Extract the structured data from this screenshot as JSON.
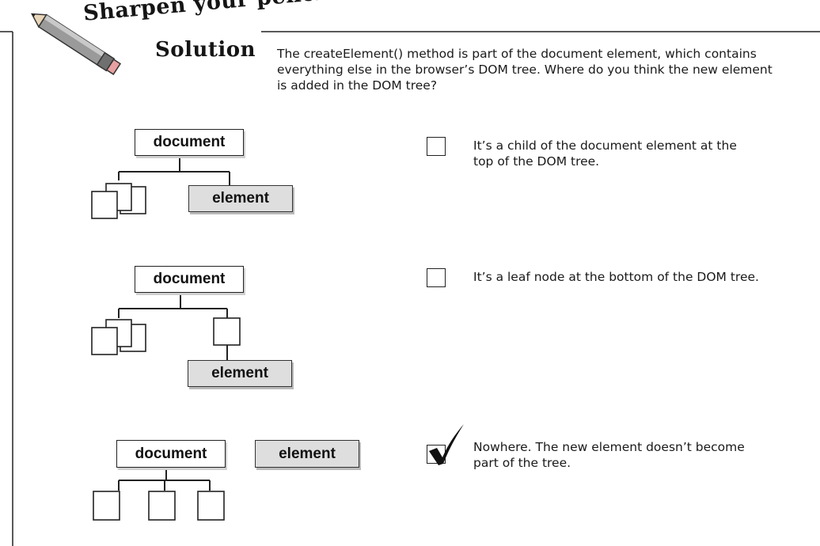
{
  "banner": {
    "line1": "Sharpen your pencil",
    "line2": "Solution",
    "pencil_icon": "pencil-icon"
  },
  "intro": "The createElement() method is part of the document element, which contains everything else in the browser’s DOM tree. Where do you think the new element is added in the DOM tree?",
  "diagrams": [
    {
      "document_label": "document",
      "element_label": "element"
    },
    {
      "document_label": "document",
      "element_label": "element"
    },
    {
      "document_label": "document",
      "element_label": "element"
    }
  ],
  "options": [
    {
      "text": "It’s a child of the document element at the top of the DOM tree.",
      "checked": false
    },
    {
      "text": "It’s a leaf node at the bottom of the DOM tree.",
      "checked": false
    },
    {
      "text": "Nowhere. The new element doesn’t become part of the tree.",
      "checked": true
    }
  ],
  "colors": {
    "element_fill": "#dedede",
    "ink": "#1a1a1a"
  }
}
